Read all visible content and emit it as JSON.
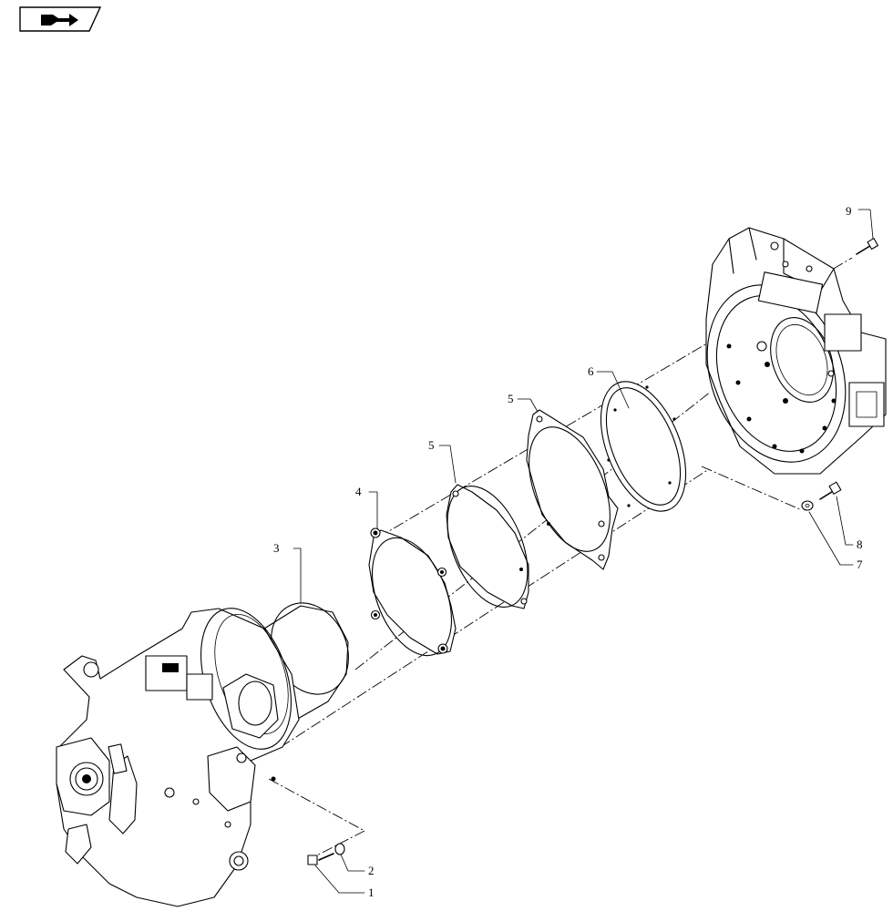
{
  "figure": {
    "nav_icon": "book-arrow-icon",
    "callouts": [
      {
        "id": "c1",
        "text": "1"
      },
      {
        "id": "c2",
        "text": "2"
      },
      {
        "id": "c3",
        "text": "3"
      },
      {
        "id": "c4",
        "text": "4"
      },
      {
        "id": "c5a",
        "text": "5"
      },
      {
        "id": "c5b",
        "text": "5"
      },
      {
        "id": "c6",
        "text": "6"
      },
      {
        "id": "c7",
        "text": "7"
      },
      {
        "id": "c8",
        "text": "8"
      },
      {
        "id": "c9",
        "text": "9"
      }
    ]
  }
}
